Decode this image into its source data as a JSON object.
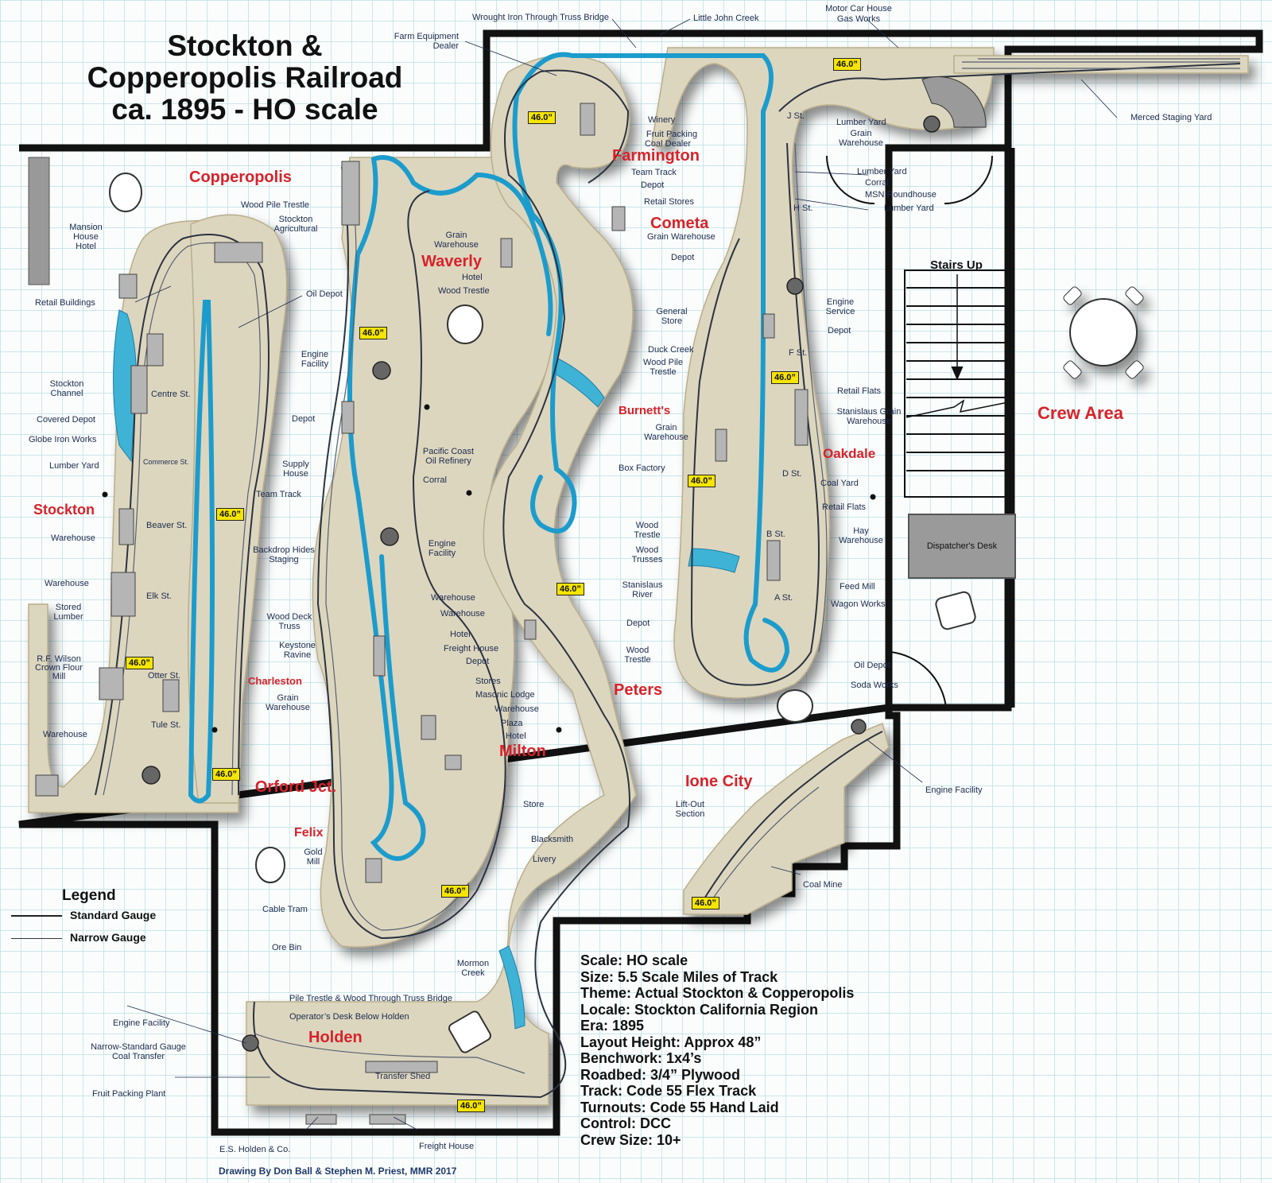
{
  "title": {
    "lines": [
      "Stockton &",
      "Copperopolis Railroad",
      "ca. 1895 - HO scale"
    ]
  },
  "specs": [
    "Scale: HO scale",
    "Size: 5.5 Scale Miles of Track",
    "Theme: Actual Stockton & Copperopolis",
    "Locale: Stockton California Region",
    "Era: 1895",
    "Layout Height: Approx 48”",
    "Benchwork: 1x4’s",
    "Roadbed: 3/4” Plywood",
    "Track: Code 55 Flex Track",
    "Turnouts: Code 55 Hand Laid",
    "Control: DCC",
    "Crew Size: 10+"
  ],
  "legend": {
    "title": "Legend",
    "standard": "Standard Gauge",
    "narrow": "Narrow Gauge"
  },
  "credit": "Drawing By Don Ball & Stephen M. Priest, MMR 2017",
  "stairs": "Stairs Up",
  "dispatcher": "Dispatcher's Desk",
  "crew_area": "Crew Area",
  "colors": {
    "wall": "#111111",
    "benchwork": "#ddd6bf",
    "water": "#2ea3c6",
    "town_label": "#d6232a",
    "label": "#1c2b4d",
    "height_badge": "#f6e500"
  },
  "towns": [
    {
      "name": "Copperopolis"
    },
    {
      "name": "Waverly"
    },
    {
      "name": "Farmington"
    },
    {
      "name": "Cometa"
    },
    {
      "name": "Stockton"
    },
    {
      "name": "Burnett's"
    },
    {
      "name": "Oakdale"
    },
    {
      "name": "Charleston"
    },
    {
      "name": "Peters"
    },
    {
      "name": "Milton"
    },
    {
      "name": "Orford Jct."
    },
    {
      "name": "Ione City"
    },
    {
      "name": "Felix"
    },
    {
      "name": "Holden"
    }
  ],
  "height_badges": [
    "46.0”",
    "46.0”",
    "46.0”",
    "46.0”",
    "46.0”",
    "46.0”",
    "46.0”",
    "46.0”",
    "46.0”",
    "46.0”",
    "46.0”",
    "46.0”"
  ],
  "labels": [
    "Wrought Iron Through Truss Bridge",
    "Little John Creek",
    "Motor Car House",
    "Gas Works",
    "Farm Equipment Dealer",
    "Merced Staging Yard",
    "Winery",
    "Fruit Packing",
    "Coal Dealer",
    "Team Track",
    "Depot",
    "Retail Stores",
    "Grain Warehouse",
    "Depot",
    "J St.",
    "Lumber Yard",
    "Grain Warehouse",
    "Lumber Yard",
    "Corral",
    "MSN Roundhouse",
    "Lumber Yard",
    "H St.",
    "Wood Pile Trestle",
    "Stockton Agricultural",
    "Mansion House Hotel",
    "Oil Depot",
    "Retail Buildings",
    "Grain Warehouse",
    "Hotel",
    "Wood Trestle",
    "Engine Facility",
    "Depot",
    "Supply House",
    "Team Track",
    "General Store",
    "Duck Creek",
    "Wood Pile Trestle",
    "Engine Service",
    "Depot",
    "F St.",
    "Stockton Channel",
    "Centre St.",
    "Covered Depot",
    "Globe Iron Works",
    "Lumber Yard",
    "Commerce St.",
    "Pacific Coast Oil Refinery",
    "Corral",
    "Engine Facility",
    "Grain Warehouse",
    "Box Factory",
    "Retail Flats",
    "Stanislaus Grain Warehouse",
    "D St.",
    "Coal Yard",
    "Retail Flats",
    "B St.",
    "Hay Warehouse",
    "Warehouse",
    "Beaver St.",
    "Backdrop Hides Staging",
    "Warehouse",
    "Elk St.",
    "Stored Lumber",
    "Wood Trestle",
    "Wood Trusses",
    "Stanislaus River",
    "Feed Mill",
    "A St.",
    "Wagon Works",
    "Oil Depot",
    "Soda Works",
    "Wood Deck Truss",
    "Keystone Ravine",
    "Warehouse",
    "Warehouse",
    "Hotel",
    "Freight House",
    "Depot",
    "Stores",
    "Masonic Lodge",
    "Warehouse",
    "Plaza",
    "Hotel",
    "Depot",
    "Wood Trestle",
    "R.F. Wilson Crown Flour Mill",
    "Otter St.",
    "Grain Warehouse",
    "Warehouse",
    "Tule St.",
    "Engine Facility",
    "Store",
    "Lift-Out Section",
    "Blacksmith",
    "Livery",
    "Gold Mill",
    "Cable Tram",
    "Ore Bin",
    "Coal Mine",
    "Mormon Creek",
    "Pile Trestle & Wood Through Truss Bridge",
    "Operator’s Desk Below Holden",
    "Engine Facility",
    "Narrow-Standard Gauge Coal Transfer",
    "Fruit Packing Plant",
    "Transfer Shed",
    "E.S. Holden & Co.",
    "Freight House"
  ]
}
